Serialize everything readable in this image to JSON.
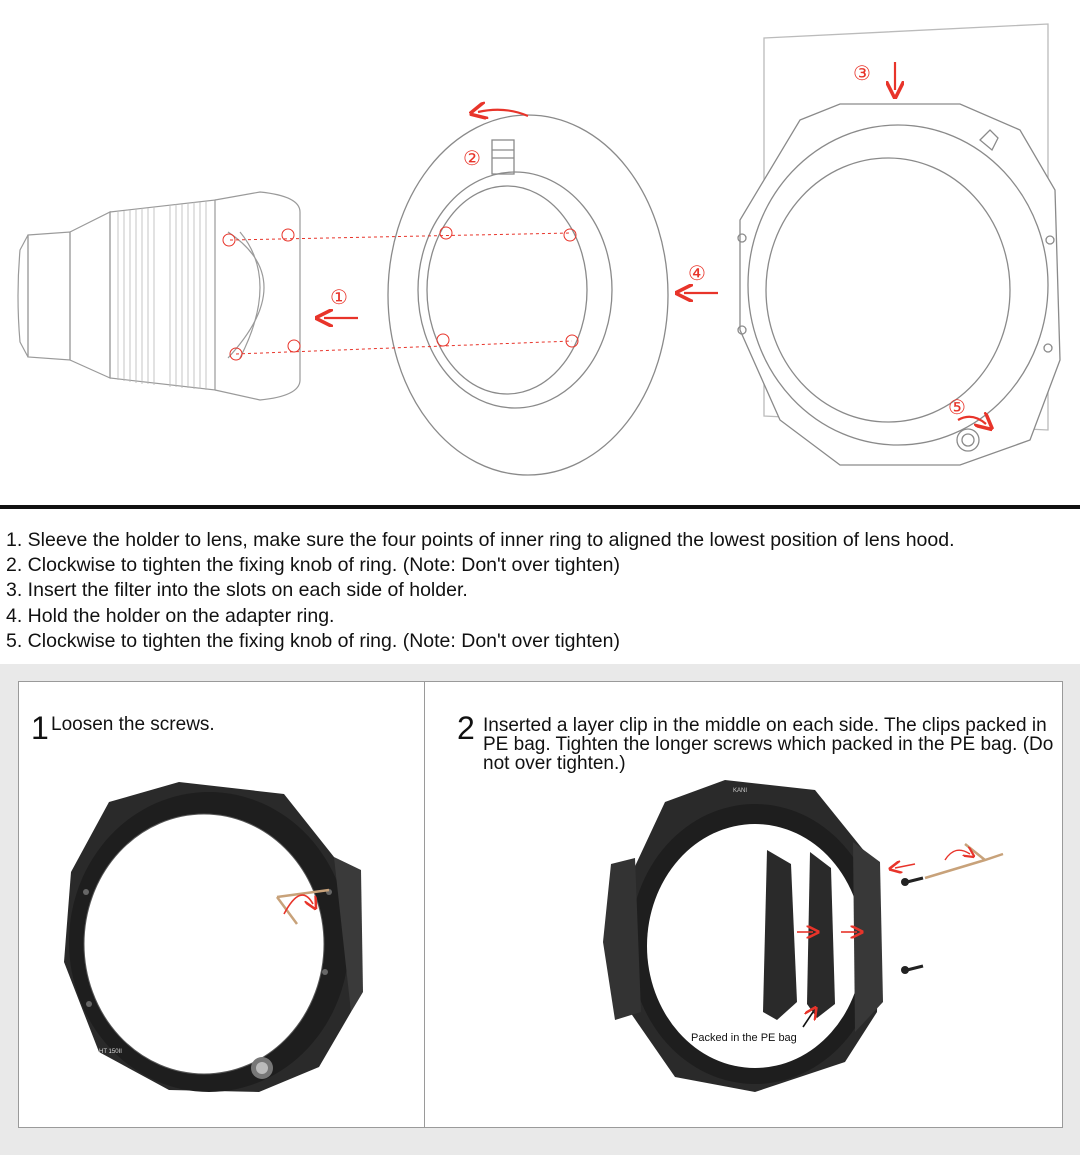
{
  "instructions": [
    "1. Sleeve the holder to lens, make sure the four points of inner ring to aligned the lowest position of lens hood.",
    "2. Clockwise to tighten the fixing knob of ring. (Note: Don't over tighten)",
    "3. Insert the filter into the slots on each side of holder.",
    "4. Hold the holder on the adapter ring.",
    "5. Clockwise to tighten the fixing knob of ring. (Note: Don't over tighten)"
  ],
  "diagram_markers": [
    "①",
    "②",
    "③",
    "④",
    "⑤"
  ],
  "step_boxes": [
    {
      "number": "1",
      "text": "Loosen the screws.",
      "holder_label": "HT 150II"
    },
    {
      "number": "2",
      "text": "Inserted a layer clip in the middle on each side. The clips packed in PE bag. Tighten the longer screws which packed in the PE bag. (Do not over tighten.)",
      "brand": "KANI",
      "annotation": "Packed in the PE bag"
    }
  ],
  "colors": {
    "arrow": "#e8342a",
    "line": "#8a8a8a",
    "metal": "#222222",
    "divider": "#111111",
    "panel": "#e9e9e9"
  }
}
